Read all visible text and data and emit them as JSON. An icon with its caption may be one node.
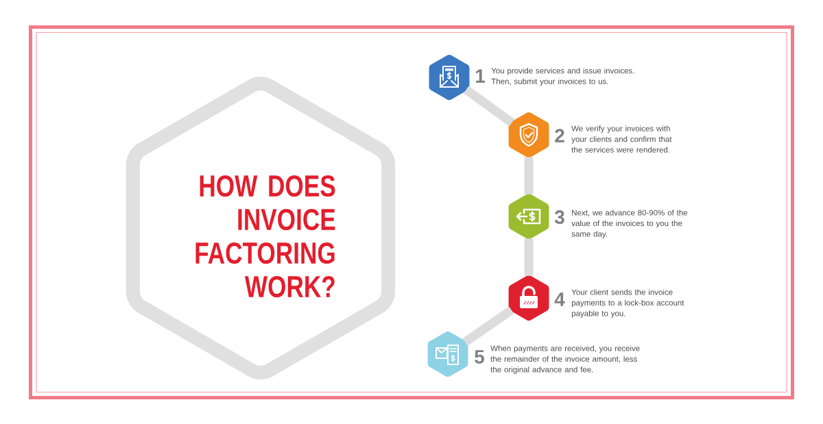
{
  "diagram": {
    "title": "HOW DOES INVOICE FACTORING WORK?",
    "nodes": [
      {
        "text": [],
        "shape": "hexagon",
        "beside": [
          "1",
          "You provide services and issue invoices. Then, submit your invoices to us."
        ]
      },
      {
        "text": [],
        "shape": "hexagon",
        "beside": [
          "2",
          "We verify your invoices with your clients and confirm that the services were rendered."
        ]
      },
      {
        "text": [],
        "shape": "hexagon",
        "beside": [
          "3",
          "Next, we advance 80-90% of the value of the invoices to you the same day."
        ]
      },
      {
        "text": [],
        "shape": "hexagon",
        "beside": [
          "4",
          "Your client sends the invoice payments to a lock-box account payable to you."
        ]
      },
      {
        "text": [],
        "shape": "hexagon",
        "beside": [
          "5",
          "When payments are received, you receive the remainder of the invoice amount, less the original advance and fee."
        ]
      }
    ],
    "edges": [
      {
        "from": 0,
        "to": 1,
        "arrow": "none"
      },
      {
        "from": 1,
        "to": 2,
        "arrow": "none"
      },
      {
        "from": 2,
        "to": 3,
        "arrow": "none"
      },
      {
        "from": 3,
        "to": 4,
        "arrow": "none"
      }
    ]
  }
}
